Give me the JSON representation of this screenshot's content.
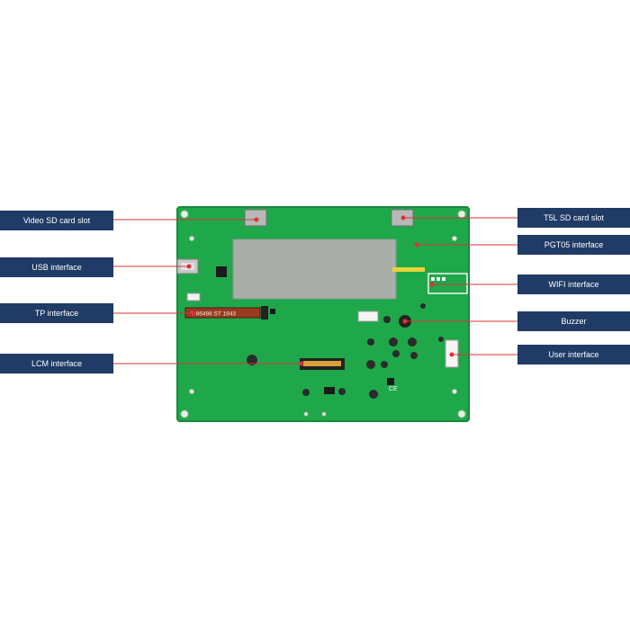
{
  "colors": {
    "label_bg": "#1f3b66",
    "label_text": "#ffffff",
    "leader_line": "#e0303a",
    "pcb_green": "#1ea84a"
  },
  "labels": {
    "left": [
      {
        "id": "video-sd",
        "text": "Video SD card slot"
      },
      {
        "id": "usb",
        "text": "USB interface"
      },
      {
        "id": "tp",
        "text": "TP interface"
      },
      {
        "id": "lcm",
        "text": "LCM interface"
      }
    ],
    "right": [
      {
        "id": "t5l-sd",
        "text": "T5L SD card slot"
      },
      {
        "id": "pgt05",
        "text": "PGT05 interface"
      },
      {
        "id": "wifi",
        "text": "WIFI interface"
      },
      {
        "id": "buzzer",
        "text": "Buzzer"
      },
      {
        "id": "user",
        "text": "User interface"
      }
    ]
  },
  "board": {
    "silkscreen_ribbon": "T 86498 ST 1943"
  }
}
